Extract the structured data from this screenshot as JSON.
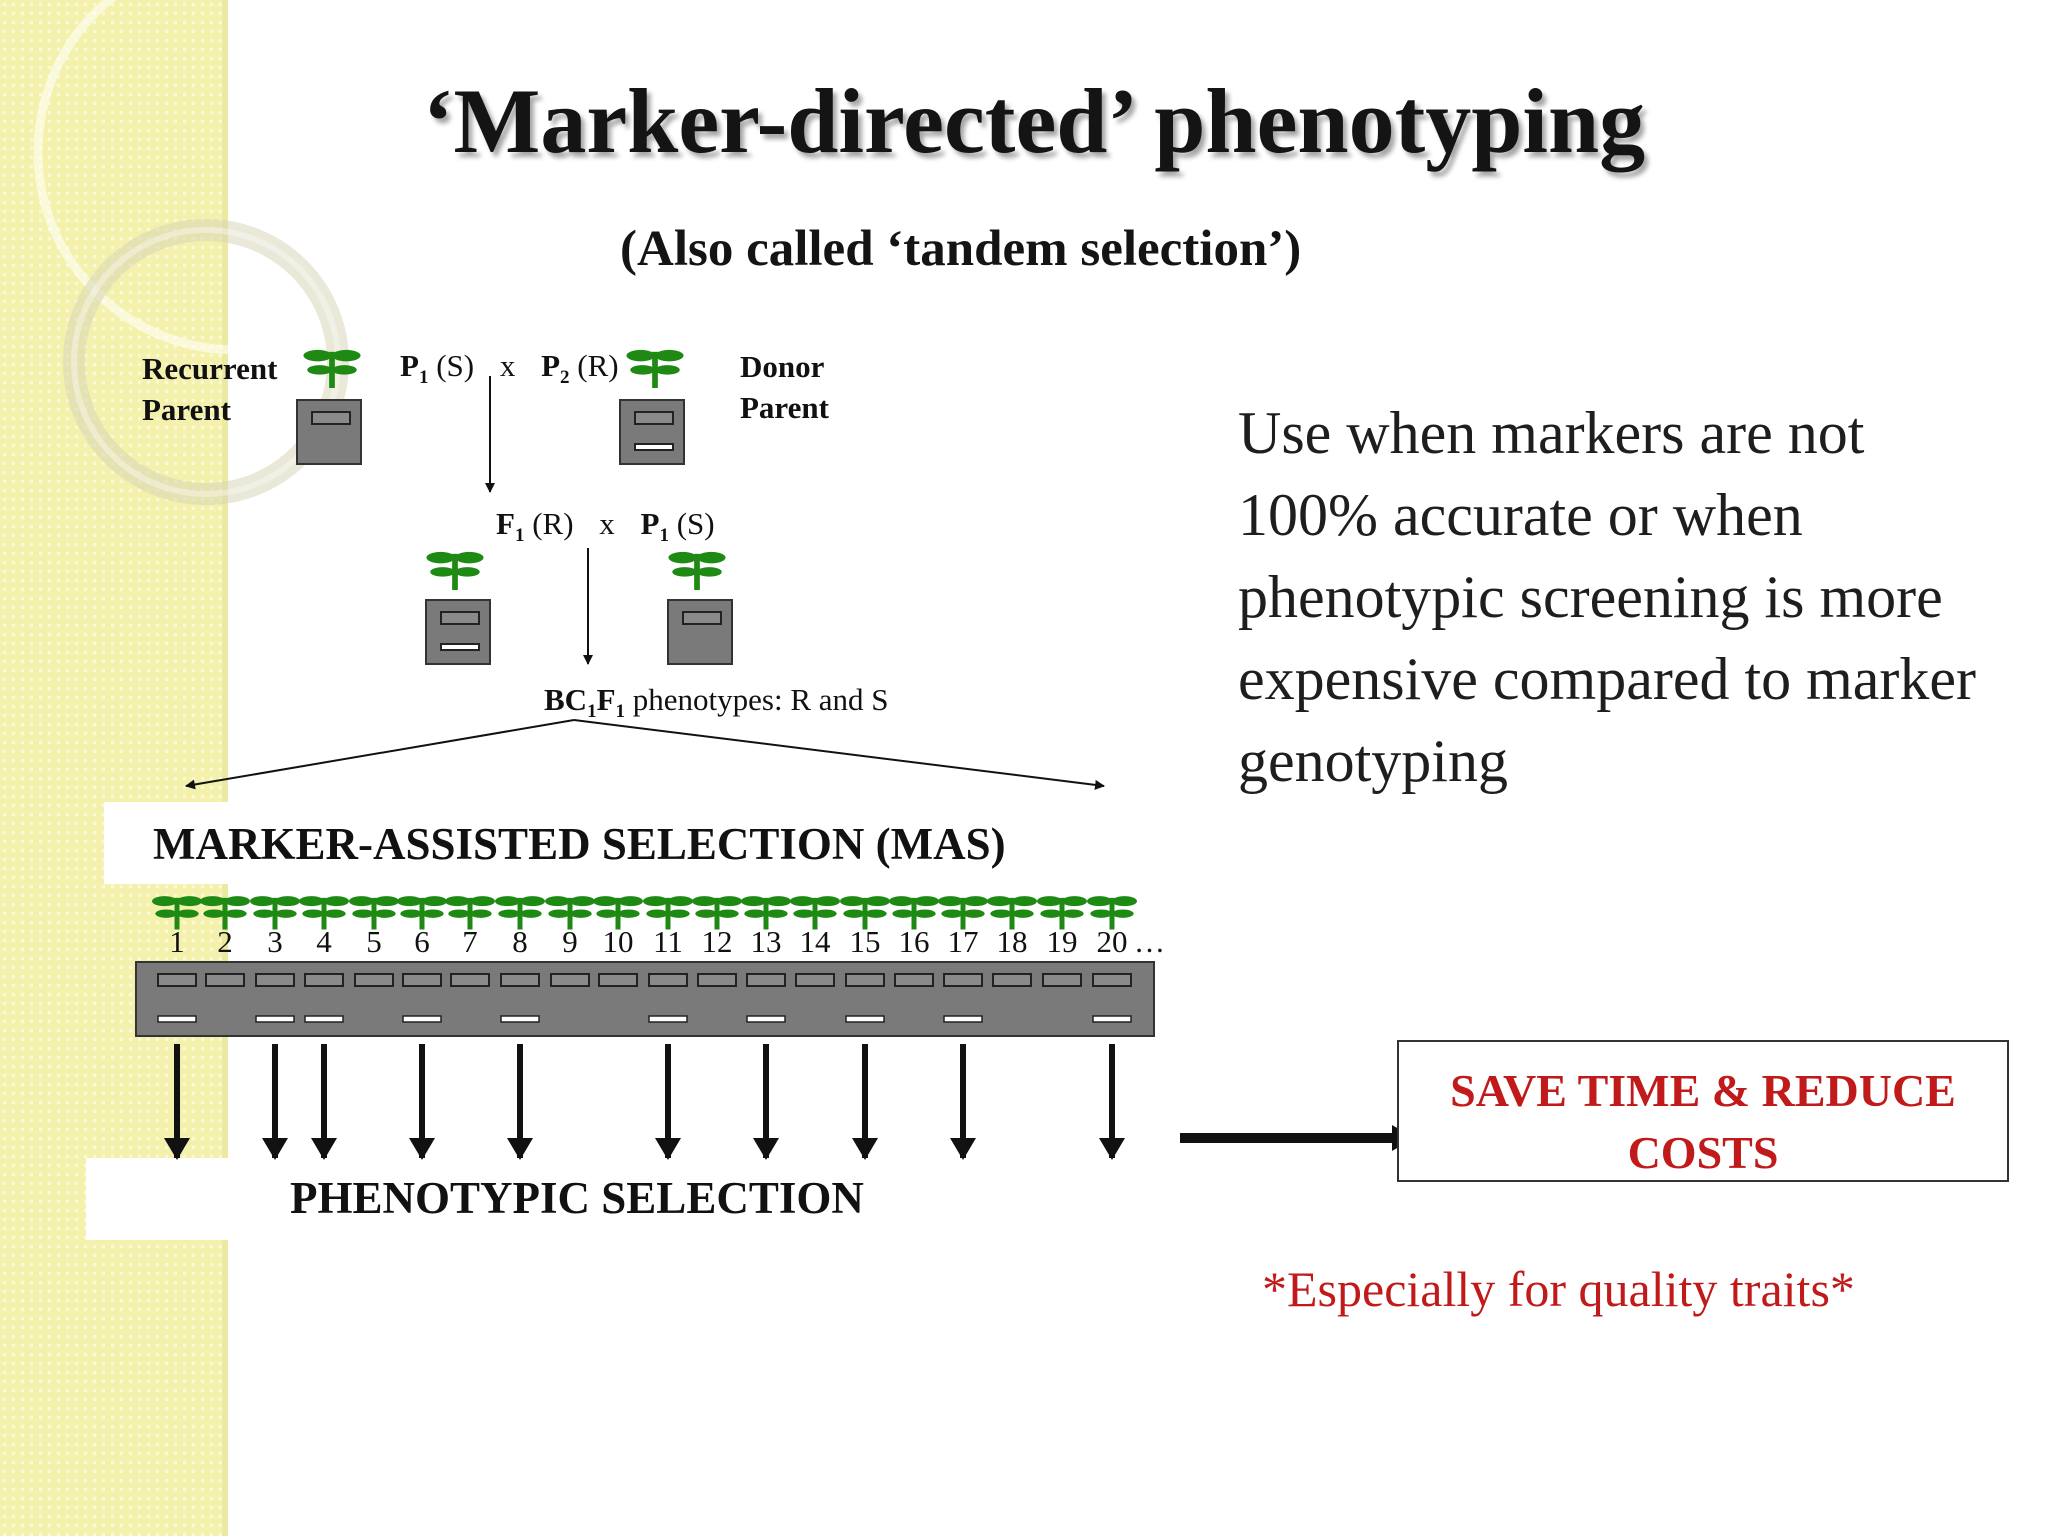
{
  "title": "‘Marker-directed’ phenotyping",
  "subtitle": "(Also called ‘tandem selection’)",
  "recurrent_parent": {
    "line1": "Recurrent",
    "line2": "Parent"
  },
  "donor_parent": {
    "line1": "Donor",
    "line2": "Parent"
  },
  "cross1": {
    "p1": "P",
    "p1_sub": "1",
    "p1_trait": " (S)",
    "x": "x",
    "p2": "P",
    "p2_sub": "2",
    "p2_trait": " (R)"
  },
  "cross2": {
    "f1": "F",
    "f1_sub": "1",
    "f1_trait": " (R)",
    "x": "x",
    "p1": "P",
    "p1_sub": "1",
    "p1_trait": " (S)"
  },
  "bc": {
    "bc": "BC",
    "sub1": "1",
    "f": "F",
    "sub2": "1",
    "rest": " phenotypes: R and S"
  },
  "mas_label": "MARKER-ASSISTED SELECTION (MAS)",
  "lanes": [
    "1",
    "2",
    "3",
    "4",
    "5",
    "6",
    "7",
    "8",
    "9",
    "10",
    "11",
    "12",
    "13",
    "14",
    "15",
    "16",
    "17",
    "18",
    "19",
    "20"
  ],
  "lanes_more": "…",
  "selected_lanes": [
    1,
    3,
    4,
    6,
    8,
    11,
    13,
    15,
    17,
    20
  ],
  "phenotypic_label": "PHENOTYPIC SELECTION",
  "note": "Use when markers are not 100% accurate or when phenotypic screening is more expensive compared to marker genotyping",
  "save_box": {
    "line1": "SAVE TIME & REDUCE",
    "line2": "COSTS"
  },
  "quality_note": "*Especially for quality traits*",
  "colors": {
    "plant": "#1e8a14",
    "gel": "#777777",
    "accent_red": "#c01a1a",
    "sidebar": "#f3f1ab"
  }
}
